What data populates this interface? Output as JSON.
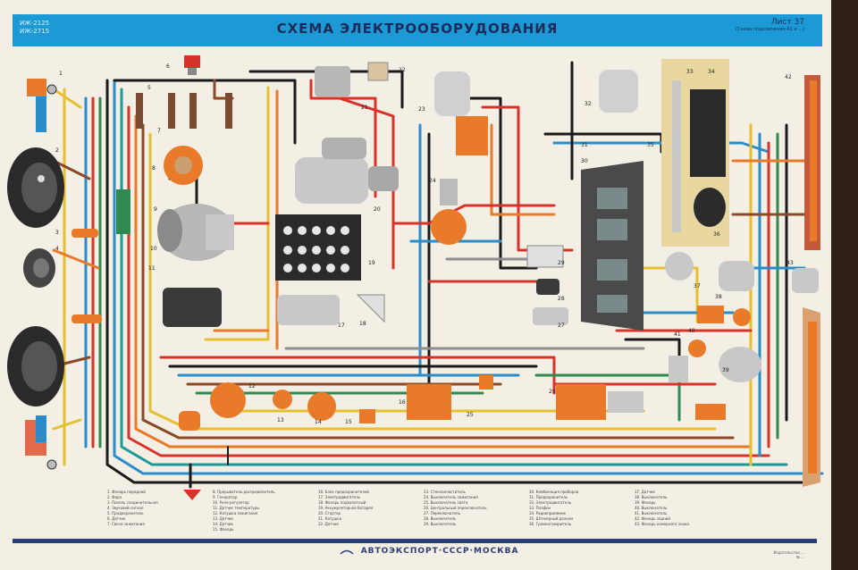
{
  "poster": {
    "title": "СХЕМА ЭЛЕКТРООБОРУДОВАНИЯ",
    "models": "ИЖ-2125\nИЖ-2715",
    "sheet": "Лист 37",
    "sheet_sub": "(Схема подключения А1 и ...)",
    "footer": "АВТОЭКСПОРТ·СССР·МОСКВА",
    "print_info": "Издательство ...\n№ ..."
  },
  "colors": {
    "red": "#d8332b",
    "blue": "#2a8cc8",
    "yellow": "#e6c030",
    "black": "#1a1a1a",
    "green": "#2f8a52",
    "orange": "#e87a2a",
    "brown": "#8a4a28",
    "white": "#f2f0ea",
    "grey": "#8e8e8e",
    "teal": "#1b9a9a",
    "paper": "#f3efe4",
    "title_band": "#1c9ad6"
  },
  "components": [
    {
      "n": "1",
      "icon": "headlight-side-icon"
    },
    {
      "n": "2",
      "icon": "headlamp-icon"
    },
    {
      "n": "3",
      "icon": "connector-icon"
    },
    {
      "n": "4",
      "icon": "horn-icon"
    },
    {
      "n": "5",
      "icon": "spark-plug-icon"
    },
    {
      "n": "6",
      "icon": "sensor-icon"
    },
    {
      "n": "7",
      "icon": "spark-plug-icon"
    },
    {
      "n": "8",
      "icon": "distributor-icon"
    },
    {
      "n": "9",
      "icon": "generator-icon"
    },
    {
      "n": "10",
      "icon": "regulator-icon"
    },
    {
      "n": "11",
      "icon": "wire-icon"
    },
    {
      "n": "12",
      "icon": "ignition-coil-icon"
    },
    {
      "n": "13",
      "icon": "sensor-icon"
    },
    {
      "n": "14",
      "icon": "sensor-icon"
    },
    {
      "n": "15",
      "icon": "sensor-icon"
    },
    {
      "n": "16",
      "icon": "relay-icon"
    },
    {
      "n": "17",
      "icon": "motor-icon"
    },
    {
      "n": "18",
      "icon": "lamp-icon"
    },
    {
      "n": "19",
      "icon": "battery-icon"
    },
    {
      "n": "20",
      "icon": "starter-icon"
    },
    {
      "n": "21",
      "icon": "coil-icon"
    },
    {
      "n": "22",
      "icon": "sensor-icon"
    },
    {
      "n": "23",
      "icon": "wiper-motor-icon"
    },
    {
      "n": "24",
      "icon": "ignition-switch-icon"
    },
    {
      "n": "25",
      "icon": "sensor-icon"
    },
    {
      "n": "26",
      "icon": "switch-icon"
    },
    {
      "n": "27",
      "icon": "switch-icon"
    },
    {
      "n": "28",
      "icon": "switch-icon"
    },
    {
      "n": "29",
      "icon": "switch-icon"
    },
    {
      "n": "30",
      "icon": "instrument-panel-icon"
    },
    {
      "n": "31",
      "icon": "fuse-icon"
    },
    {
      "n": "32",
      "icon": "fan-motor-icon"
    },
    {
      "n": "33",
      "icon": "lamp-icon"
    },
    {
      "n": "34",
      "icon": "radio-icon"
    },
    {
      "n": "35",
      "icon": "connector-icon"
    },
    {
      "n": "36",
      "icon": "speaker-icon"
    },
    {
      "n": "37",
      "icon": "lamp-icon"
    },
    {
      "n": "38",
      "icon": "switch-icon"
    },
    {
      "n": "39",
      "icon": "lamp-icon"
    },
    {
      "n": "40",
      "icon": "switch-icon"
    },
    {
      "n": "41",
      "icon": "sensor-icon"
    },
    {
      "n": "42",
      "icon": "tail-light-icon"
    },
    {
      "n": "43",
      "icon": "lamp-icon"
    }
  ],
  "legend": [
    [
      "1. Фонарь передний",
      "2. Фара",
      "3. Панель соединительная",
      "4. Звуковой сигнал",
      "5. Предохранитель",
      "6. Датчик",
      "7. Свеча зажигания"
    ],
    [
      "8. Прерыватель-распределитель",
      "9. Генератор",
      "10. Реле-регулятор",
      "11. Датчик температуры",
      "12. Катушка зажигания",
      "13. Датчик",
      "14. Датчик",
      "15. Фонарь"
    ],
    [
      "16. Блок предохранителей",
      "17. Электродвигатель",
      "18. Фонарь подкапотный",
      "19. Аккумуляторная батарея",
      "20. Стартер",
      "21. Катушка",
      "22. Датчик"
    ],
    [
      "23. Стеклоочиститель",
      "24. Выключатель зажигания",
      "25. Выключатель света",
      "26. Центральный переключатель",
      "27. Переключатель",
      "28. Выключатель",
      "29. Выключатель"
    ],
    [
      "30. Комбинация приборов",
      "31. Предохранитель",
      "32. Электродвигатель",
      "33. Плафон",
      "34. Радиоприемник",
      "35. Штекерный разъем",
      "36. Громкоговоритель"
    ],
    [
      "37. Датчик",
      "38. Выключатель",
      "39. Фонарь",
      "40. Выключатель",
      "41. Выключатель",
      "42. Фонарь задний",
      "43. Фонарь номерного знака"
    ]
  ]
}
